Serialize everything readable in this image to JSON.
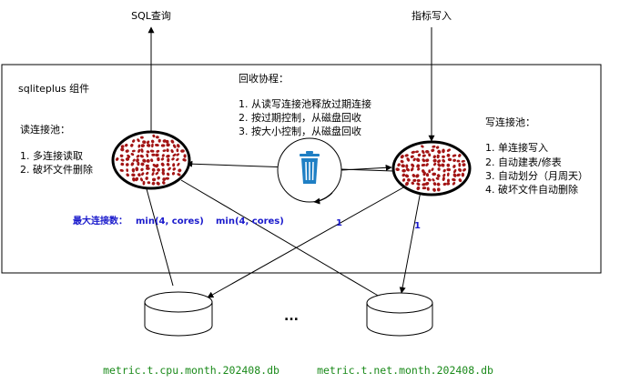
{
  "top_labels": {
    "sql_query": "SQL查询",
    "metric_write": "指标写入"
  },
  "component": {
    "title": "sqliteplus 组件"
  },
  "recycle": {
    "title": "回收协程：",
    "items": [
      "1. 从读写连接池释放过期连接",
      "2. 按过期控制，从磁盘回收",
      "3. 按大小控制，从磁盘回收"
    ],
    "icon": "trash-bin-icon"
  },
  "read_pool": {
    "title": "读连接池：",
    "items": [
      "1. 多连接读取",
      "2. 破坏文件删除"
    ]
  },
  "write_pool": {
    "title": "写连接池：",
    "items": [
      "1. 单连接写入",
      "2. 自动建表/修表",
      "3. 自动划分（月周天）",
      "4. 破坏文件自动删除"
    ]
  },
  "connections": {
    "max_label": "最大连接数：",
    "read_cpu": "min(4, cores)",
    "read_net": "min(4, cores)",
    "write_cpu": "1",
    "write_net": "1"
  },
  "databases": {
    "ellipsis": "...",
    "cpu": "metric.t.cpu.month.202408.db",
    "net": "metric.t.net.month.202408.db"
  },
  "colors": {
    "pool_fill": "#a31515",
    "trash": "#1f7fc4",
    "label_blue": "#1a1acc",
    "db_label_green": "#1a8a1a"
  }
}
